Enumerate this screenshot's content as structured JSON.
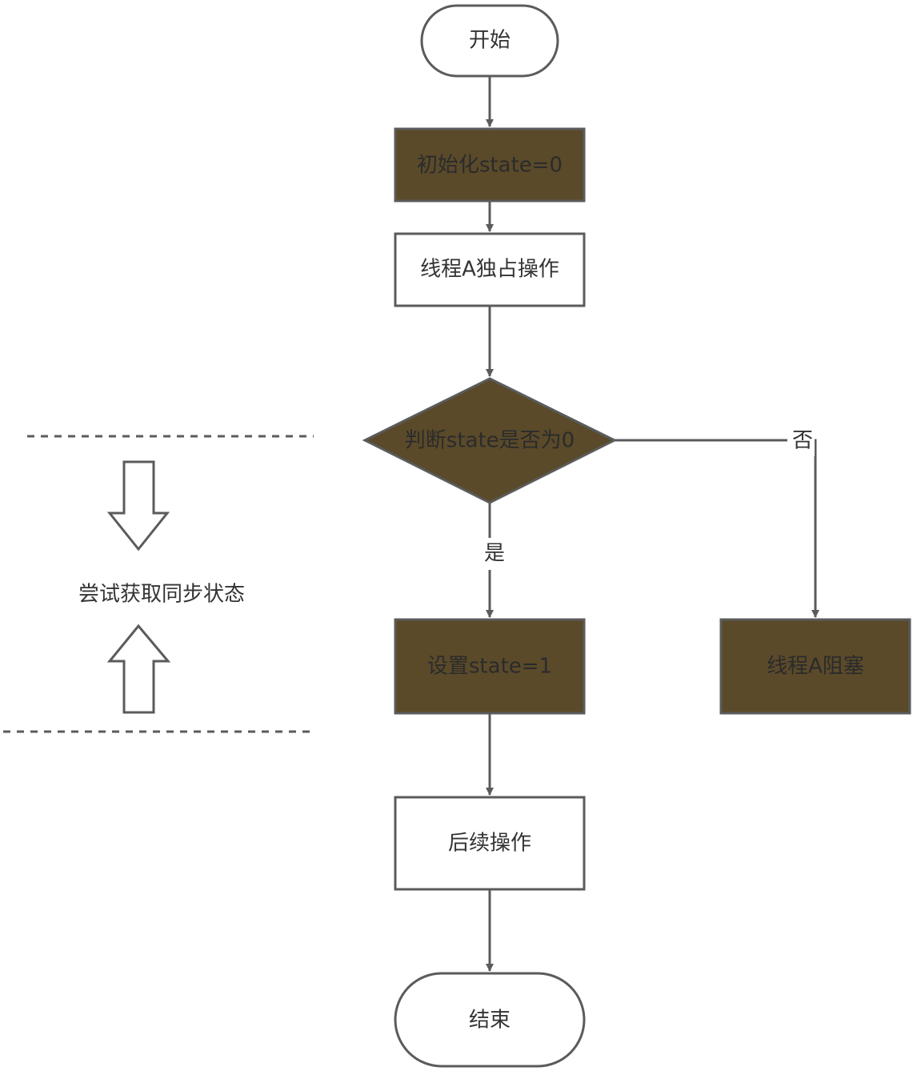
{
  "flowchart": {
    "start": {
      "label": "开始"
    },
    "init": {
      "label": "初始化state=0"
    },
    "exclusive": {
      "label": "线程A独占操作"
    },
    "decision": {
      "label": "判断state是否为0"
    },
    "set_state": {
      "label": "设置state=1"
    },
    "blocked": {
      "label": "线程A阻塞"
    },
    "follow_up": {
      "label": "后续操作"
    },
    "end": {
      "label": "结束"
    },
    "yes_label": "是",
    "no_label": "否"
  },
  "annotation": {
    "label": "尝试获取同步状态"
  },
  "colors": {
    "fill_dark": "#5a4a2a",
    "stroke": "#5b5b5b",
    "text": "#333333",
    "background": "#ffffff"
  }
}
